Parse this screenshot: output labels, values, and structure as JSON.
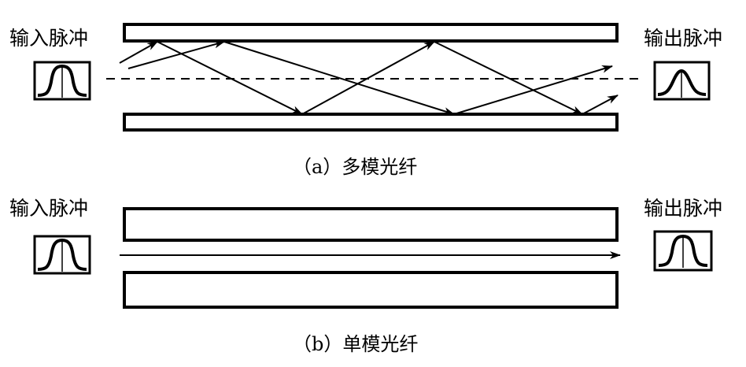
{
  "panel_a": {
    "input_label": "输入脉冲",
    "output_label": "输出脉冲",
    "caption": "（a）多模光纤"
  },
  "panel_b": {
    "input_label": "输入脉冲",
    "output_label": "输出脉冲",
    "caption": "（b）单模光纤"
  },
  "colors": {
    "ink": "#000000",
    "background": "#ffffff"
  }
}
